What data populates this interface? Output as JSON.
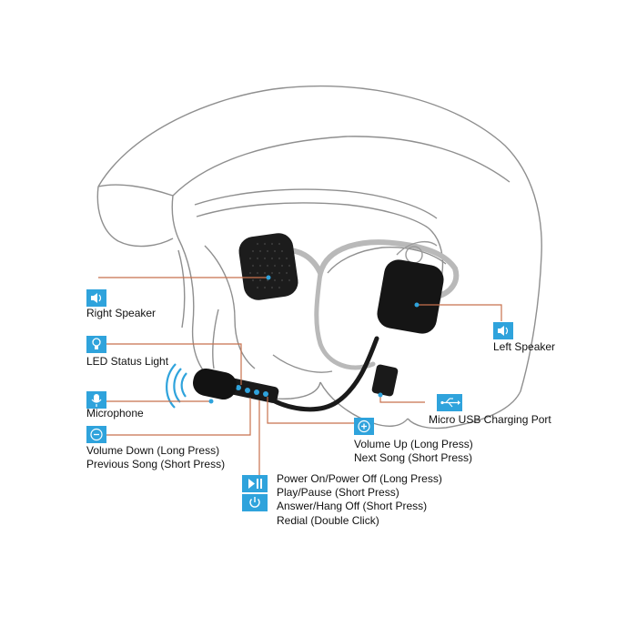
{
  "colors": {
    "accent": "#2fa3dc",
    "accent_dark": "#1f86bf",
    "callout_line": "#c8724e",
    "helmet_outline": "#8a8a8a",
    "device": "#151515"
  },
  "labels": {
    "right_speaker": "Right Speaker",
    "left_speaker": "Left Speaker",
    "led_status_light": "LED Status Light",
    "microphone": "Microphone",
    "micro_usb": "Micro USB Charging Port",
    "volume_down_1": "Volume Down (Long Press)",
    "volume_down_2": "Previous Song (Short Press)",
    "volume_up_1": "Volume Up (Long Press)",
    "volume_up_2": "Next Song (Short Press)",
    "power_1": "Power On/Power Off (Long Press)",
    "power_2": "Play/Pause (Short Press)",
    "power_3": "Answer/Hang Off (Short Press)",
    "power_4": "Redial (Double Click)"
  },
  "icons": {
    "right_speaker": "speaker-icon",
    "left_speaker": "speaker-icon",
    "led": "lightbulb-icon",
    "microphone": "microphone-icon",
    "usb": "usb-icon",
    "volume_down": "minus-icon",
    "volume_up": "plus-icon",
    "play_pause": "play-pause-icon",
    "power": "power-icon"
  }
}
